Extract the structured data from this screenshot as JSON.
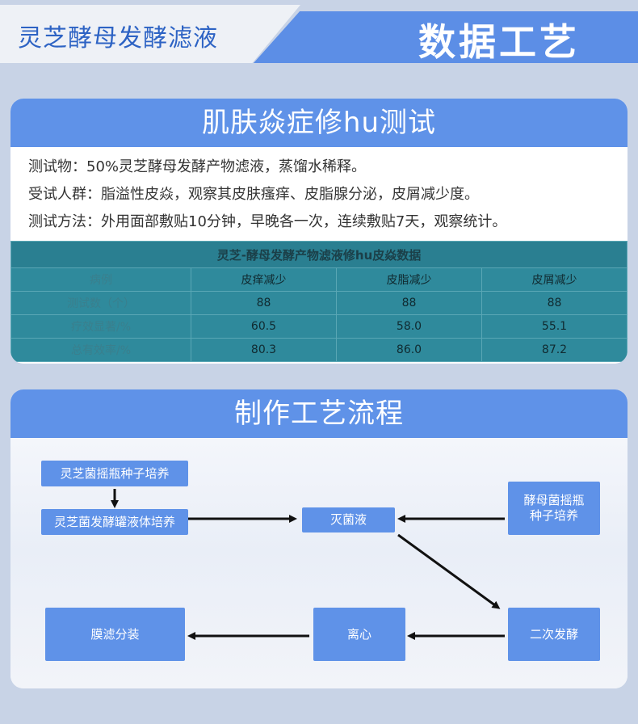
{
  "header": {
    "left_title": "灵芝酵母发酵滤液",
    "right_title": "数据工艺"
  },
  "test_card": {
    "title": "肌肤焱症修hu测试",
    "lines": [
      "测试物：50%灵芝酵母发酵产物滤液，蒸馏水稀释。",
      "受试人群：脂溢性皮焱，观察其皮肤瘙痒、皮脂腺分泌，皮屑减少度。",
      "测试方法：外用面部敷贴10分钟，早晚各一次，连续敷贴7天，观察统计。"
    ],
    "table": {
      "caption": "灵芝-酵母发酵产物滤液修hu皮焱数据",
      "headers": [
        "病例",
        "皮痒减少",
        "皮脂减少",
        "皮屑减少"
      ],
      "rows": [
        [
          "测试数（个）",
          "88",
          "88",
          "88"
        ],
        [
          "疗效显著/%",
          "60.5",
          "58.0",
          "55.1"
        ],
        [
          "总有效率/%",
          "80.3",
          "86.0",
          "87.2"
        ]
      ]
    }
  },
  "process_card": {
    "title": "制作工艺流程",
    "steps": {
      "seed_ganoderma": "灵芝菌摇瓶种子培养",
      "ferment_ganoderma": "灵芝菌发酵罐液体培养",
      "sterilized": "灭菌液",
      "seed_yeast": "酵母菌摇瓶种子培养",
      "secondary": "二次发酵",
      "centrifuge": "离心",
      "membrane": "膜滤分装"
    }
  },
  "colors": {
    "accent": "#5f92e8",
    "table_bg": "#2f8a9c",
    "page_bg": "#c8d3e6"
  }
}
